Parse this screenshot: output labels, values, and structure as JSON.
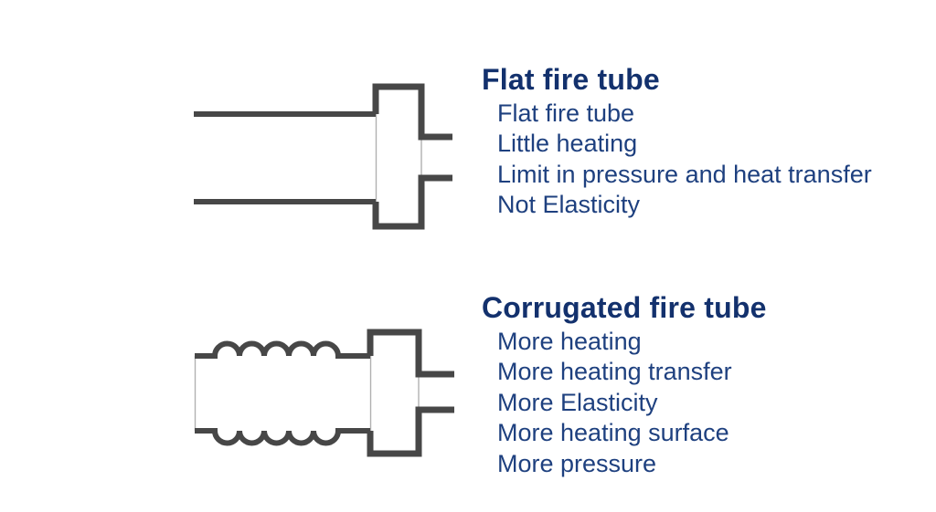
{
  "page": {
    "background": "#ffffff",
    "card_background": "#ffffff"
  },
  "colors": {
    "title_text": "#13316d",
    "body_text": "#1e407f",
    "diagram_stroke": "#474747",
    "thin_line": "#b0b0b0"
  },
  "sections": [
    {
      "title": "Flat fire tube",
      "items": [
        "Flat fire tube",
        "Little heating",
        "Limit in pressure and heat transfer",
        "Not Elasticity"
      ]
    },
    {
      "title": "Corrugated fire tube",
      "items": [
        "More heating",
        "More heating transfer",
        "More Elasticity",
        "More heating surface",
        "More pressure"
      ]
    }
  ]
}
